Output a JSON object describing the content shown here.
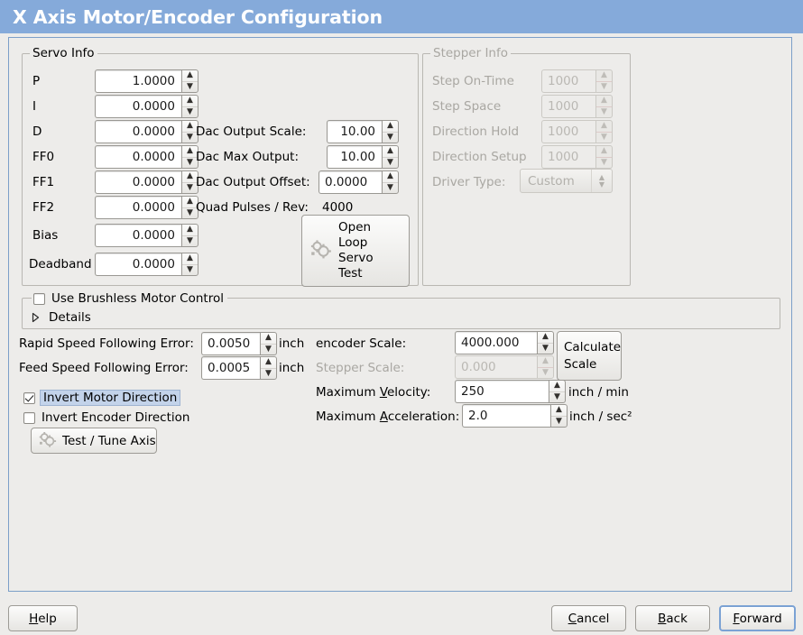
{
  "window": {
    "title": "X Axis Motor/Encoder Configuration",
    "title_bar_color": "#85aada"
  },
  "servo_group": {
    "legend": "Servo Info",
    "rows": [
      {
        "label": "P",
        "value": "1.0000"
      },
      {
        "label": "I",
        "value": "0.0000"
      },
      {
        "label": "D",
        "value": "0.0000"
      },
      {
        "label": "FF0",
        "value": "0.0000"
      },
      {
        "label": "FF1",
        "value": "0.0000"
      },
      {
        "label": "FF2",
        "value": "0.0000"
      },
      {
        "label": "Bias",
        "value": "0.0000"
      },
      {
        "label": "Deadband",
        "value": "0.0000"
      }
    ],
    "dac": [
      {
        "label": "Dac Output Scale:",
        "value": "10.00"
      },
      {
        "label": "Dac Max Output:",
        "value": "10.00"
      },
      {
        "label": "Dac Output Offset:",
        "value": "0.0000"
      }
    ],
    "quad_pulses_label": "Quad Pulses / Rev:",
    "quad_pulses_value": "4000",
    "open_loop_button": "Open\nLoop\nServo\nTest",
    "open_loop_lines": [
      "Open",
      "Loop",
      "Servo",
      "Test"
    ]
  },
  "stepper_group": {
    "legend": "Stepper Info",
    "enabled": false,
    "rows": [
      {
        "label": "Step On-Time",
        "value": "1000"
      },
      {
        "label": "Step Space",
        "value": "1000"
      },
      {
        "label": "Direction Hold",
        "value": "1000"
      },
      {
        "label": "Direction Setup",
        "value": "1000"
      }
    ],
    "driver_type_label": "Driver Type:",
    "driver_type_value": "Custom"
  },
  "brushless_group": {
    "checkbox_label": "Use Brushless Motor Control",
    "checked": false,
    "details_label": "Details",
    "details_expanded": false
  },
  "following": {
    "rapid_label": "Rapid Speed Following Error:",
    "rapid_value": "0.0050",
    "rapid_units": "inch",
    "feed_label": "Feed Speed Following Error:",
    "feed_value": "0.0005",
    "feed_units": "inch"
  },
  "invert": {
    "motor_label": "Invert Motor Direction",
    "motor_checked": true,
    "motor_focused": true,
    "encoder_label": "Invert Encoder Direction",
    "encoder_checked": false
  },
  "test_tune_button": "Test / Tune Axis",
  "scale": {
    "encoder_label": "encoder Scale:",
    "encoder_value": "4000.000",
    "stepper_label": "Stepper Scale:",
    "stepper_value": "0.000",
    "stepper_enabled": false,
    "calculate_button_lines": [
      "Calculate",
      "Scale"
    ],
    "max_velocity_label_pre": "Maximum ",
    "max_velocity_label_mnemonic": "V",
    "max_velocity_label_post": "elocity:",
    "max_velocity_value": "250",
    "max_velocity_units": "inch / min",
    "max_accel_label_pre": "Maximum ",
    "max_accel_label_mnemonic": "A",
    "max_accel_label_post": "cceleration:",
    "max_accel_value": "2.0",
    "max_accel_units": "inch / sec²"
  },
  "footer": {
    "help_pre": "",
    "help_mnemonic": "H",
    "help_post": "elp",
    "cancel_pre": "",
    "cancel_mnemonic": "C",
    "cancel_post": "ancel",
    "back_pre": "",
    "back_mnemonic": "B",
    "back_post": "ack",
    "forward_pre": "",
    "forward_mnemonic": "F",
    "forward_post": "orward",
    "focused_button": "forward-button"
  }
}
